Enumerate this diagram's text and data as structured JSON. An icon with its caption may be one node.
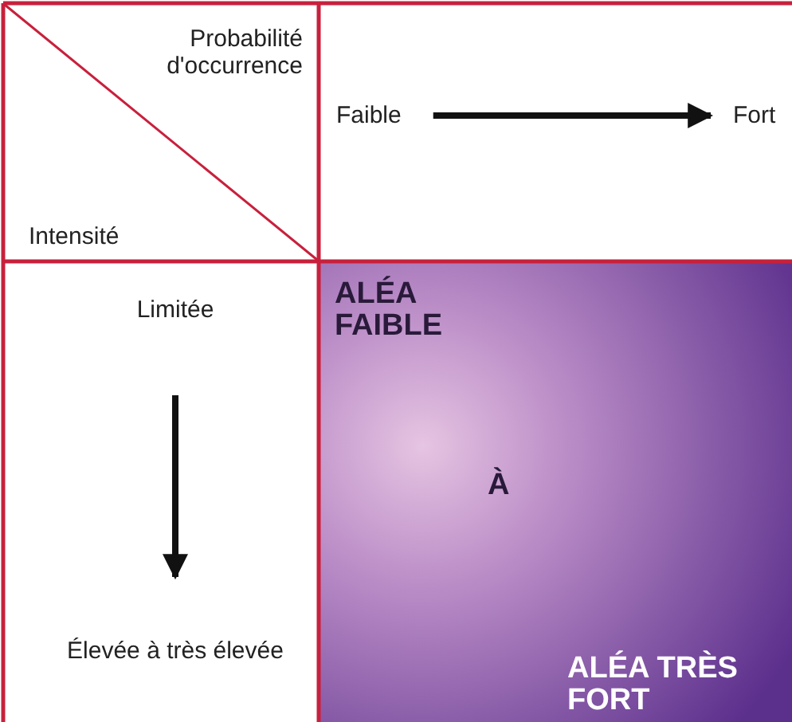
{
  "diagram": {
    "nodes": [
      {
        "text": [
          "Faible"
        ]
      },
      {
        "text": [
          "Fort"
        ]
      },
      {
        "text": [
          "Limitée"
        ]
      },
      {
        "text": [
          "Élevée à très élevée"
        ]
      }
    ],
    "edges": [
      {
        "from": 0,
        "to": 1,
        "arrow": "to"
      },
      {
        "from": 2,
        "to": 3,
        "arrow": "to"
      }
    ],
    "labels": [
      "Probabilité d'occurrence",
      "Intensité",
      "ALÉA FAIBLE",
      "À",
      "ALÉA TRÈS FORT"
    ]
  }
}
